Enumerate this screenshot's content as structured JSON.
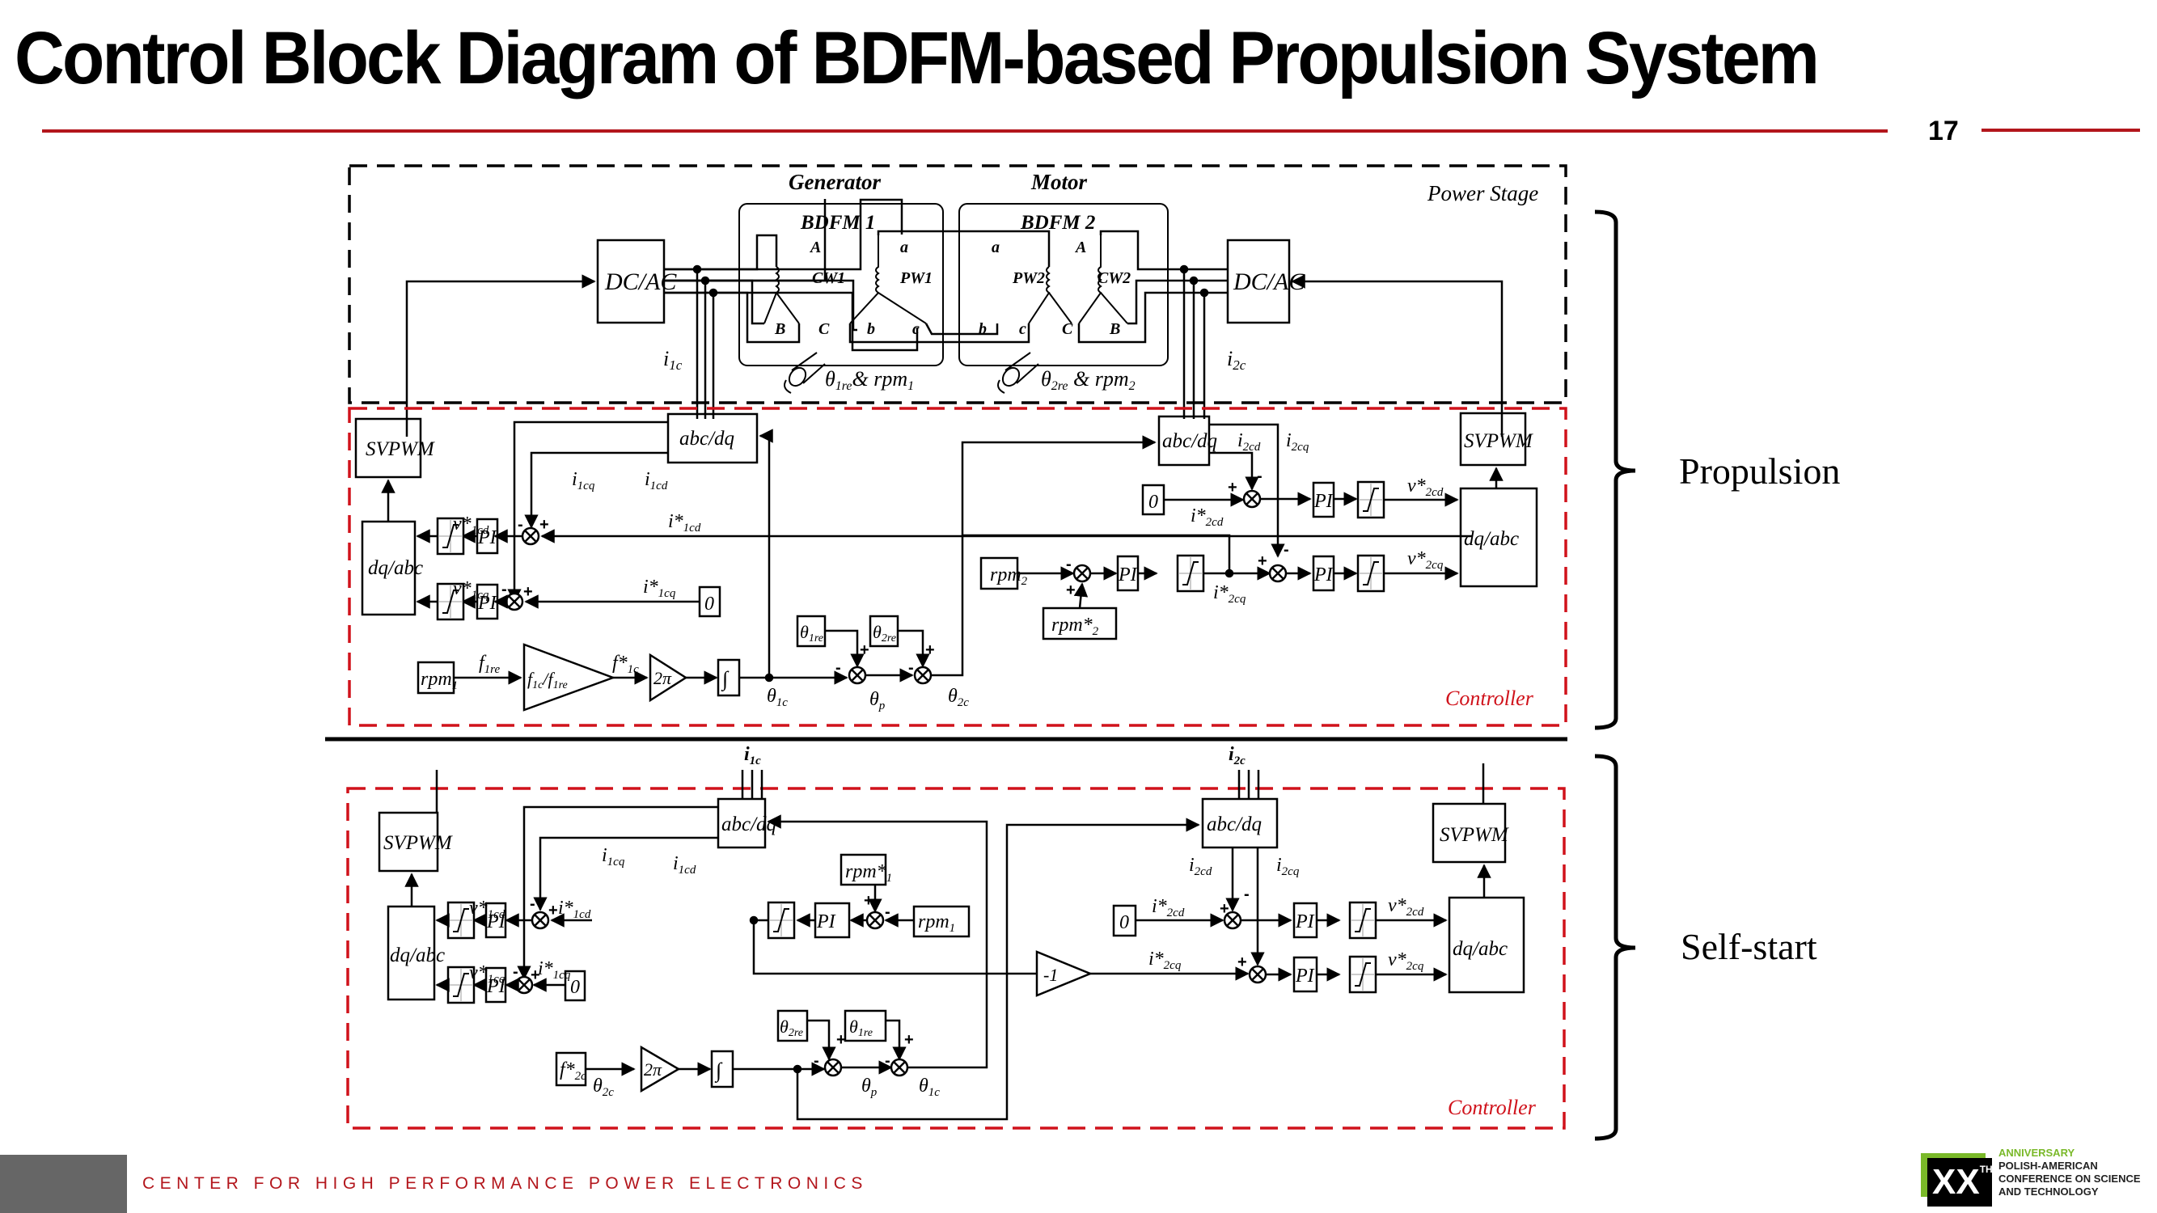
{
  "slide": {
    "title": "Control Block Diagram of BDFM-based Propulsion System",
    "page_number": "17",
    "footer": "CENTER FOR HIGH PERFORMANCE POWER ELECTRONICS",
    "logo": {
      "mark": "XX",
      "mark_sup": "TH",
      "line1": "ANNIVERSARY",
      "line2": "POLISH-AMERICAN",
      "line3": "CONFERENCE ON SCIENCE",
      "line4": "AND TECHNOLOGY"
    },
    "colors": {
      "accent_red": "#b3161c",
      "controller_red": "#d0121b",
      "logo_green": "#7ab929",
      "footer_gray": "#666666"
    }
  },
  "sections": {
    "propulsion": "Propulsion",
    "self_start": "Self-start"
  },
  "power_stage": {
    "label": "Power Stage",
    "generator": "Generator",
    "motor": "Motor",
    "bdfm1": "BDFM 1",
    "bdfm2": "BDFM 2",
    "converter_left": "DC/AC",
    "converter_right": "DC/AC",
    "cw1": "CW1",
    "pw1": "PW1",
    "pw2": "PW2",
    "cw2": "CW2",
    "phases_upper": {
      "A": "A",
      "B": "B",
      "C": "C"
    },
    "phases_lower": {
      "a": "a",
      "b": "b",
      "c": "c"
    },
    "i1c": "i",
    "i1c_sub": "1c",
    "i2c": "i",
    "i2c_sub": "2c",
    "enc1": "θ",
    "enc1_sub": "1re",
    "enc1_rest": "& rpm",
    "enc1_rest_sub": "1",
    "enc2": "θ",
    "enc2_sub": "2re",
    "enc2_rest": " & rpm",
    "enc2_rest_sub": "2"
  },
  "controller_propulsion": {
    "label": "Controller",
    "svpwm": "SVPWM",
    "abc_dq": "abc/dq",
    "dq_abc": "dq/abc",
    "pi": "PI",
    "zero": "0",
    "two_pi": "2π",
    "integrator": "∫",
    "gain_ratio": "f",
    "gain_ratio_sub1": "1c",
    "gain_ratio_mid": "/f",
    "gain_ratio_sub2": "1re",
    "rpm1": "rpm",
    "rpm1_sub": "1",
    "rpm2": "rpm",
    "rpm2_sub": "2",
    "rpm2_ref": "rpm*",
    "rpm2_ref_sub": "2",
    "theta1re": "θ",
    "theta1re_sub": "1re",
    "theta2re": "θ",
    "theta2re_sub": "2re",
    "signals": {
      "i1cq": "i",
      "i1cq_sub": "1cq",
      "i1cd": "i",
      "i1cd_sub": "1cd",
      "i1cd_ref": "i*",
      "i1cd_ref_sub": "1cd",
      "i1cq_ref": "i*",
      "i1cq_ref_sub": "1cq",
      "v1cd_ref": "v*",
      "v1cd_ref_sub": "1cd",
      "v1cq_ref": "v*",
      "v1cq_ref_sub": "1cq",
      "f1re": "f",
      "f1re_sub": "1re",
      "f1c_ref": "f*",
      "f1c_ref_sub": "1c",
      "theta1c": "θ",
      "theta1c_sub": "1c",
      "thetap": "θ",
      "thetap_sub": "p",
      "theta2c": "θ",
      "theta2c_sub": "2c",
      "i2cd": "i",
      "i2cd_sub": "2cd",
      "i2cq": "i",
      "i2cq_sub": "2cq",
      "i2cd_ref": "i*",
      "i2cd_ref_sub": "2cd",
      "i2cq_ref": "i*",
      "i2cq_ref_sub": "2cq",
      "v2cd_ref": "v*",
      "v2cd_ref_sub": "2cd",
      "v2cq_ref": "v*",
      "v2cq_ref_sub": "2cq"
    }
  },
  "controller_selfstart": {
    "label": "Controller",
    "svpwm": "SVPWM",
    "abc_dq": "abc/dq",
    "dq_abc": "dq/abc",
    "pi": "PI",
    "zero": "0",
    "two_pi": "2π",
    "integrator": "∫",
    "neg_gain": "-1",
    "f2c_ref": "f*",
    "f2c_ref_sub": "2c",
    "rpm1": "rpm",
    "rpm1_sub": "1",
    "rpm1_ref": "rpm*",
    "rpm1_ref_sub": "1",
    "theta2re": "θ",
    "theta2re_sub": "2re",
    "theta1re": "θ",
    "theta1re_sub": "1re",
    "i1c": "i",
    "i1c_sub": "1c",
    "i2c": "i",
    "i2c_sub": "2c",
    "signals": {
      "i1cq": "i",
      "i1cq_sub": "1cq",
      "i1cd": "i",
      "i1cd_sub": "1cd",
      "i1cd_ref": "i*",
      "i1cd_ref_sub": "1cd",
      "i1cq_ref": "i*",
      "i1cq_ref_sub": "1cq",
      "v1cd_ref": "v*",
      "v1cd_ref_sub": "1cd",
      "v1cq_ref": "v*",
      "v1cq_ref_sub": "1cq",
      "theta2c": "θ",
      "theta2c_sub": "2c",
      "thetap": "θ",
      "thetap_sub": "p",
      "theta1c": "θ",
      "theta1c_sub": "1c",
      "i2cd": "i",
      "i2cd_sub": "2cd",
      "i2cq": "i",
      "i2cq_sub": "2cq",
      "i2cd_ref": "i*",
      "i2cd_ref_sub": "2cd",
      "i2cq_ref": "i*",
      "i2cq_ref_sub": "2cq",
      "v2cd_ref": "v*",
      "v2cd_ref_sub": "2cd",
      "v2cq_ref": "v*",
      "v2cq_ref_sub": "2cq"
    }
  },
  "signs": {
    "plus": "+",
    "minus": "-"
  }
}
